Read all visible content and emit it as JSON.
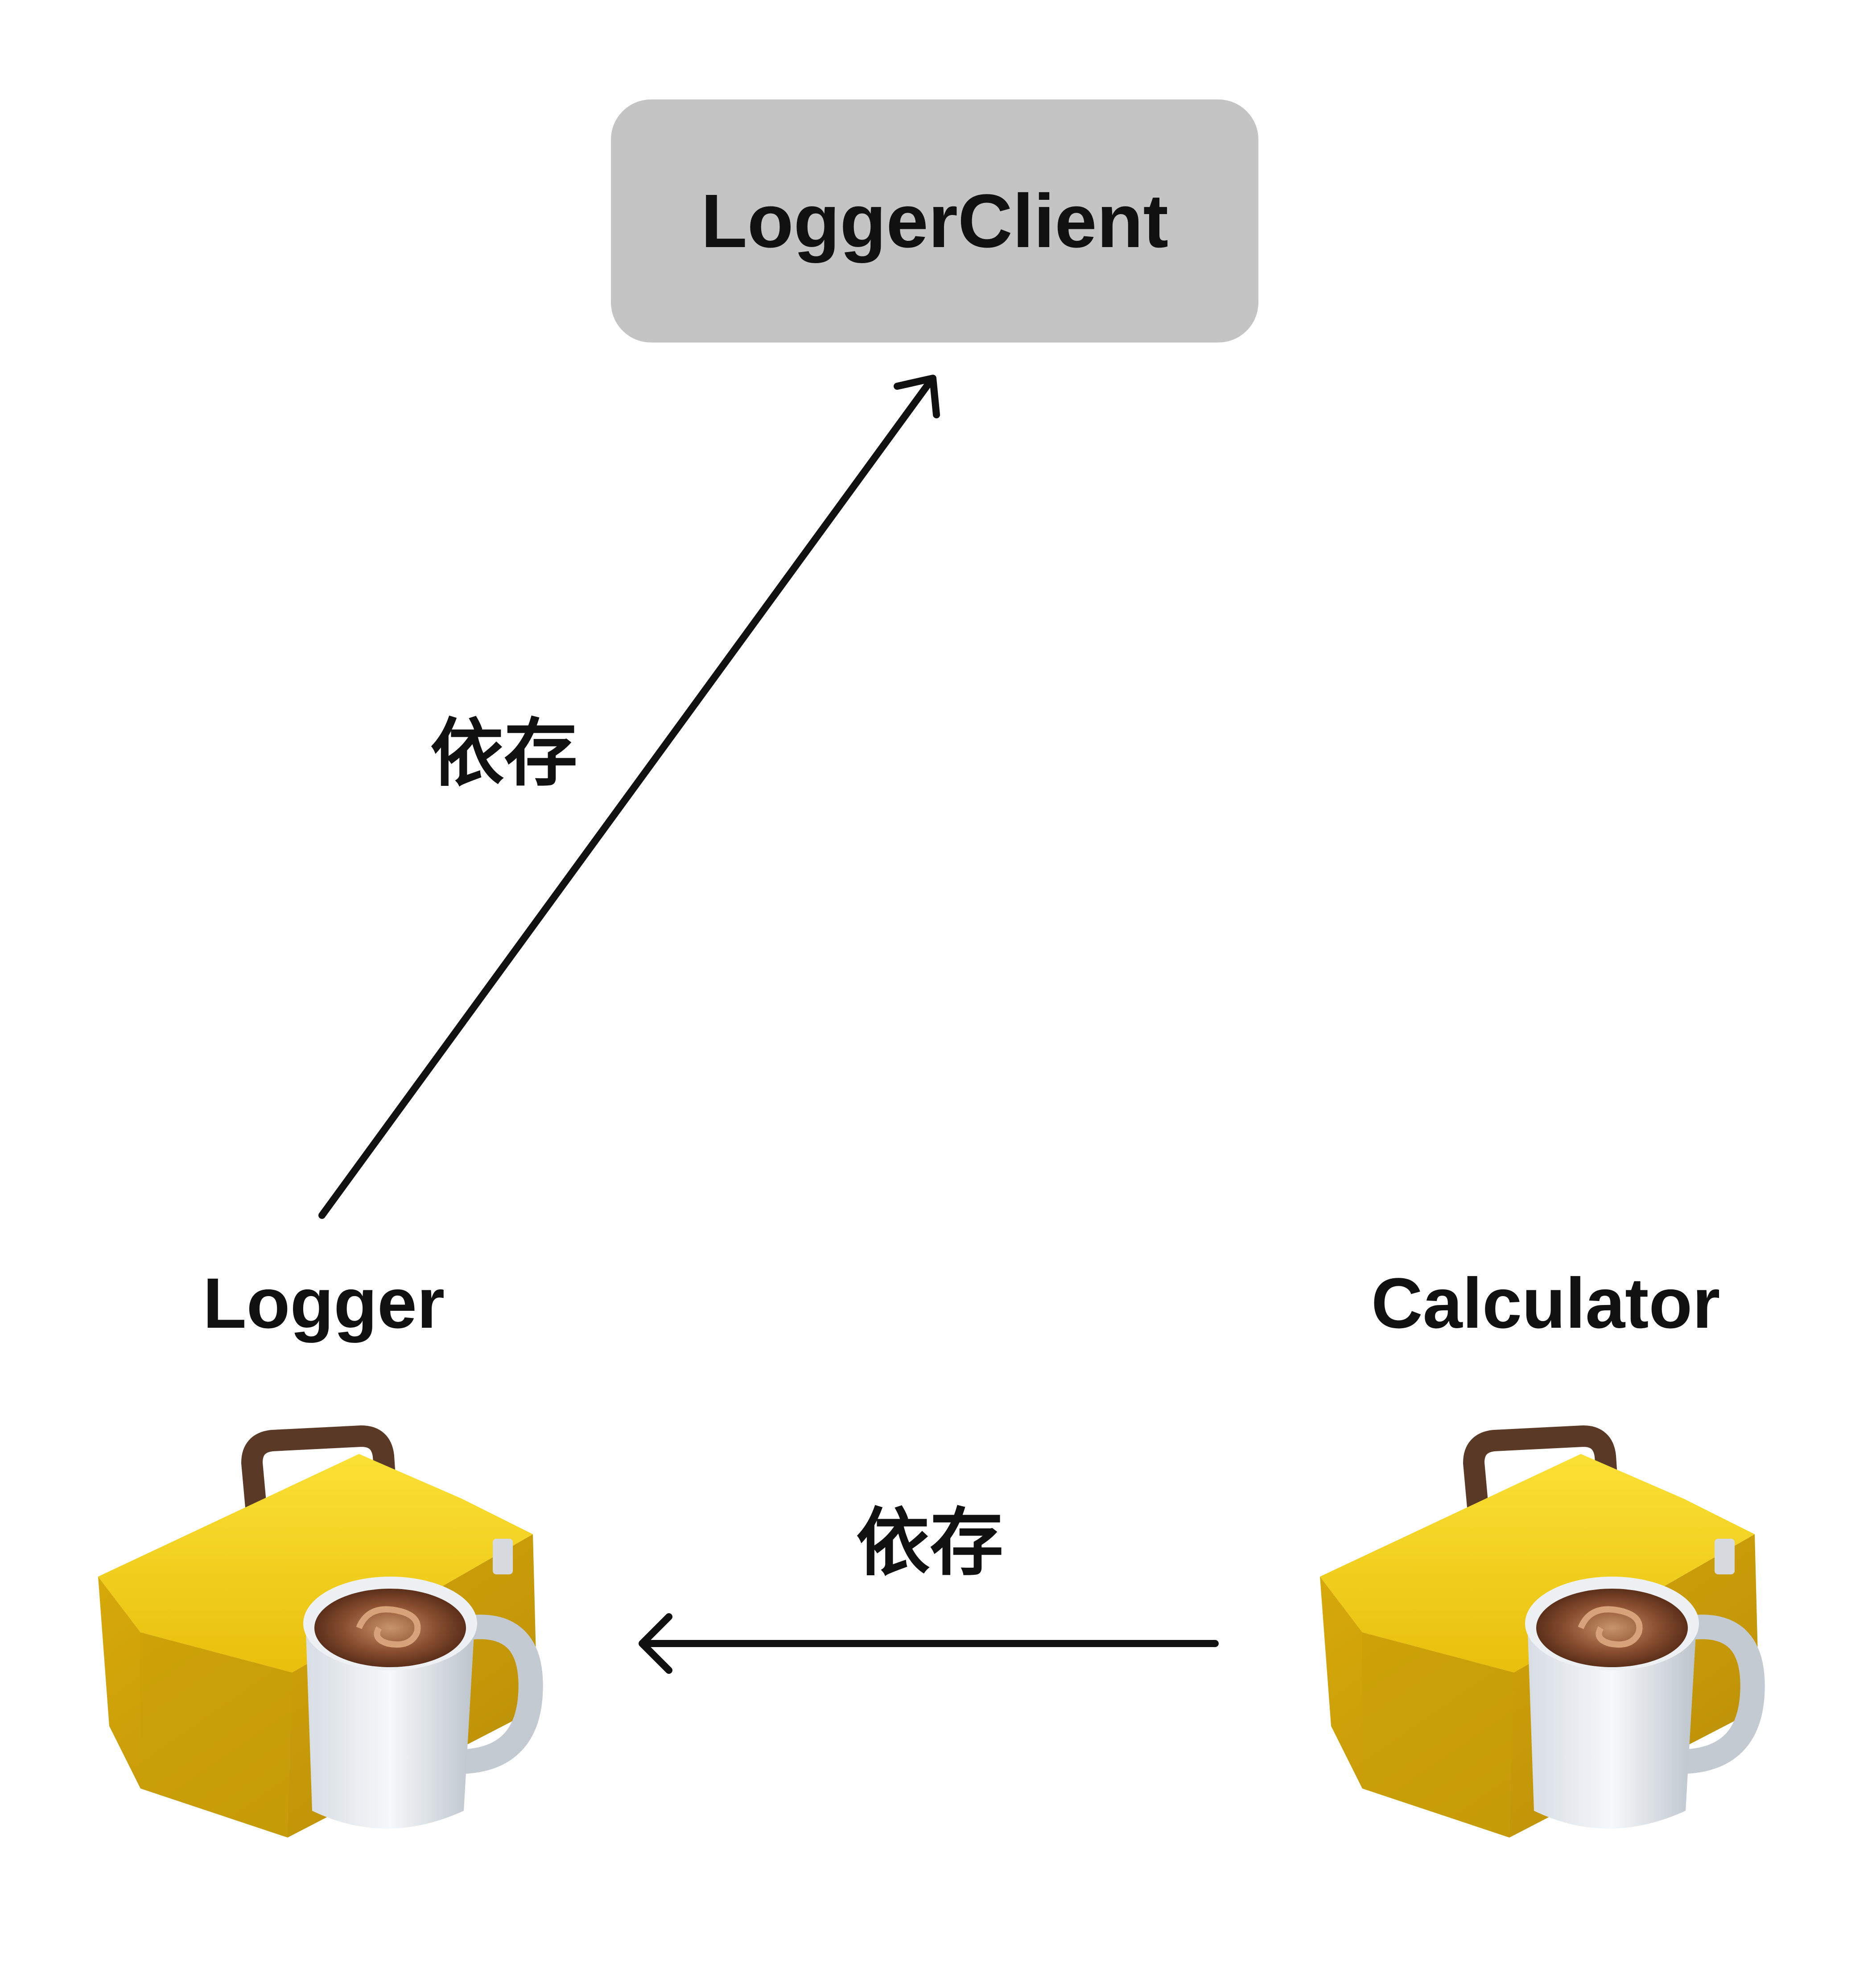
{
  "nodes": {
    "logger_client": {
      "label": "LoggerClient"
    },
    "logger": {
      "label": "Logger",
      "icon": "toolbox-coffee-icon"
    },
    "calculator": {
      "label": "Calculator",
      "icon": "toolbox-coffee-icon"
    }
  },
  "edges": [
    {
      "from": "Logger",
      "to": "LoggerClient",
      "label": "依存"
    },
    {
      "from": "Calculator",
      "to": "Logger",
      "label": "依存"
    }
  ],
  "colors": {
    "node_fill": "#c4c4c4",
    "arrow": "#111111",
    "toolbox": "#e8bf0c",
    "handle": "#5a3a26",
    "mug": "#e9edf2",
    "coffee": "#6b3a22"
  }
}
